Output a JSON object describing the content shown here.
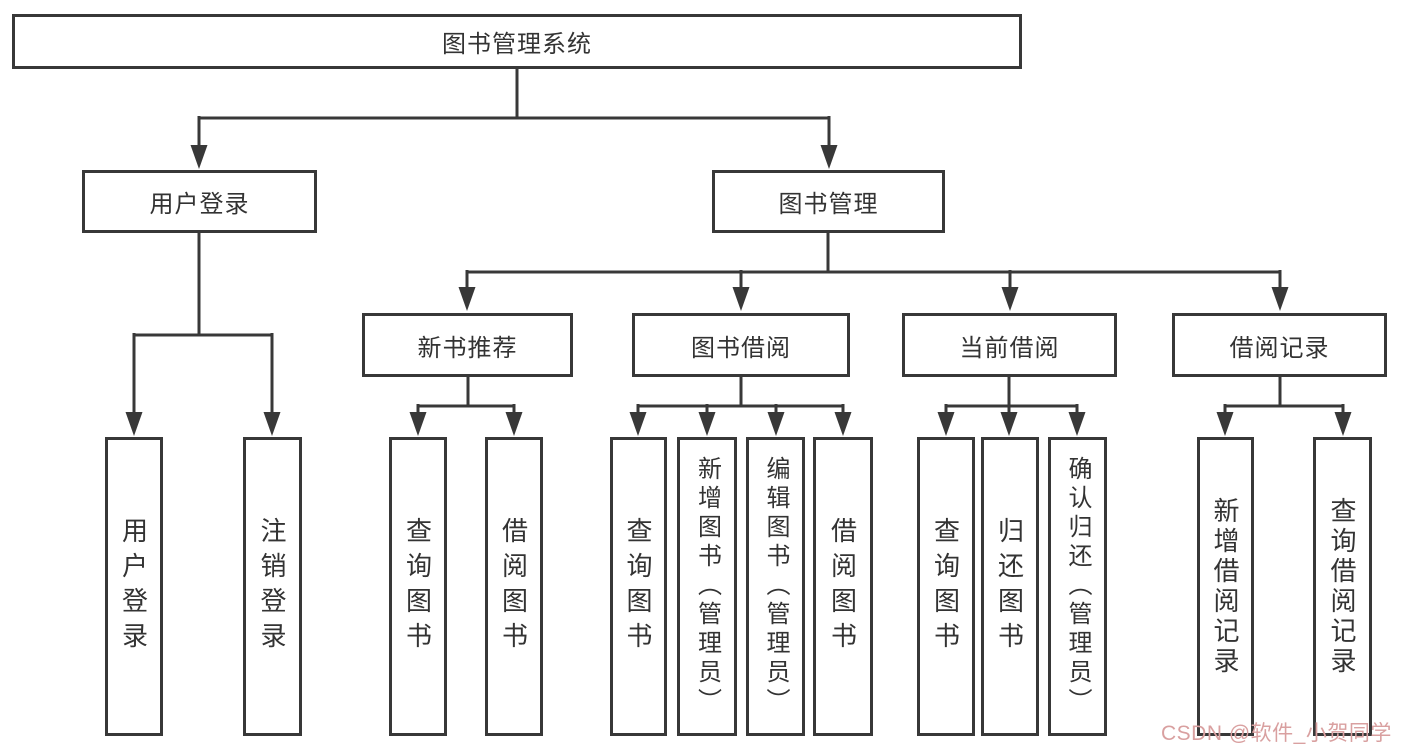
{
  "tree": {
    "root": "图书管理系统",
    "level2": [
      "用户登录",
      "图书管理"
    ],
    "level3": [
      "新书推荐",
      "图书借阅",
      "当前借阅",
      "借阅记录"
    ],
    "leaves": {
      "user_login": [
        "用户登录",
        "注销登录"
      ],
      "new_book_rec": [
        "查询图书",
        "借阅图书"
      ],
      "book_borrow": [
        "查询图书",
        "新增图书（管理员）",
        "编辑图书（管理员）",
        "借阅图书"
      ],
      "current_borrow": [
        "查询图书",
        "归还图书",
        "确认归还（管理员）"
      ],
      "borrow_record": [
        "新增借阅记录",
        "查询借阅记录"
      ]
    }
  },
  "colors": {
    "line": "#383838",
    "text": "#333333",
    "watermark": "#d9a0a0"
  },
  "watermark": {
    "text": "CSDN @软件_小贺同学"
  }
}
